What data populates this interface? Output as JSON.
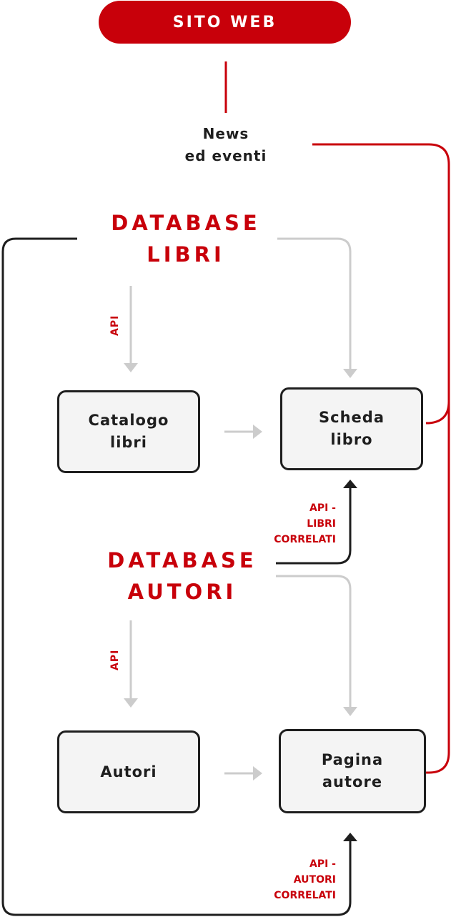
{
  "colors": {
    "accent": "#c8000a",
    "dark": "#1e1e1e",
    "grey_arrow": "#cccccc",
    "box_fill": "#f4f4f4"
  },
  "header": {
    "title": "SITO WEB"
  },
  "news": {
    "label": "News\ned eventi"
  },
  "databases": {
    "libri": "DATABASE\nLIBRI",
    "autori": "DATABASE\nAUTORI"
  },
  "boxes": {
    "catalogo": "Catalogo\nlibri",
    "scheda": "Scheda\nlibro",
    "autori": "Autori",
    "pagina": "Pagina\nautore"
  },
  "api_labels": {
    "libri_api": "API",
    "autori_api": "API",
    "libri_correlati": "API -\nLIBRI\nCORRELATI",
    "autori_correlati": "API -\nAUTORI\nCORRELATI"
  }
}
